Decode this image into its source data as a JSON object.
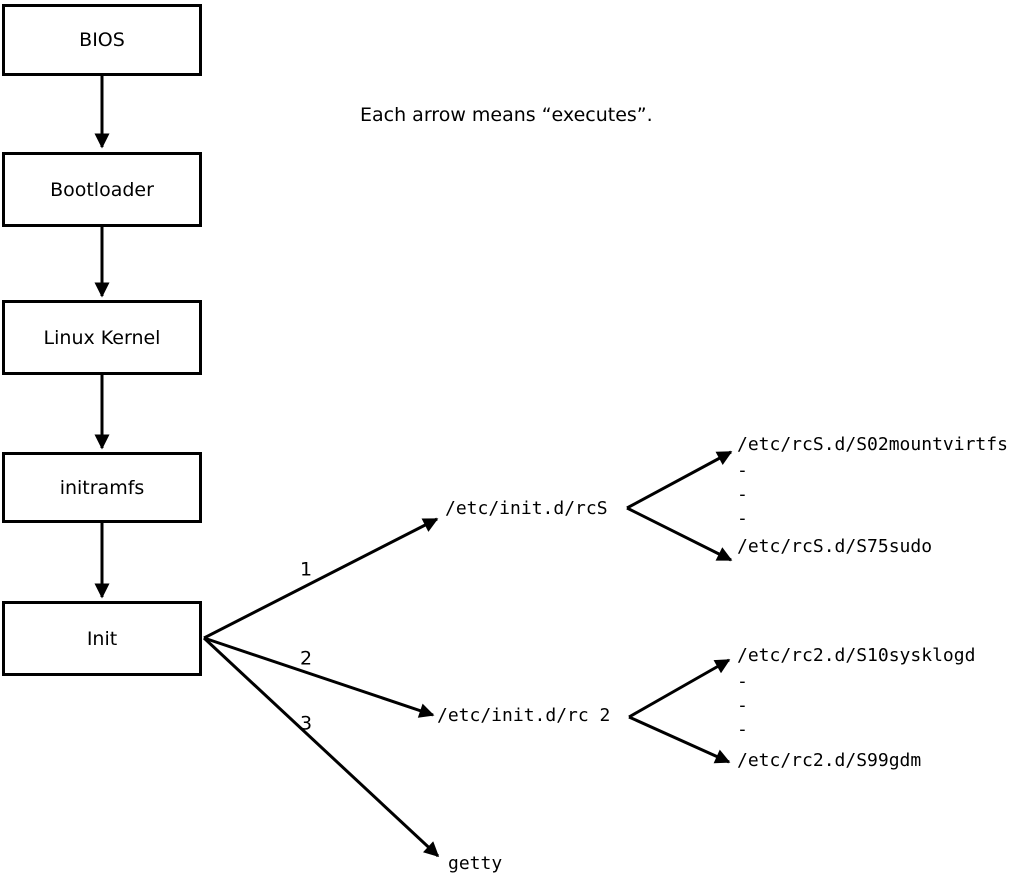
{
  "caption": "Each arrow means “executes”.",
  "boxes": [
    {
      "id": "bios",
      "label": "BIOS"
    },
    {
      "id": "bootloader",
      "label": "Bootloader"
    },
    {
      "id": "linux-kernel",
      "label": "Linux Kernel"
    },
    {
      "id": "initramfs",
      "label": "initramfs"
    },
    {
      "id": "init",
      "label": "Init"
    }
  ],
  "branch_labels": {
    "one": "1",
    "two": "2",
    "three": "3"
  },
  "targets": {
    "rcS": "/etc/init.d/rcS",
    "rc2": "/etc/init.d/rc 2",
    "getty": "getty"
  },
  "scripts_rcS": {
    "first": "/etc/rcS.d/S02mountvirtfs",
    "dash1": "-",
    "dash2": "-",
    "dash3": "-",
    "last": "/etc/rcS.d/S75sudo"
  },
  "scripts_rc2": {
    "first": "/etc/rc2.d/S10sysklogd",
    "dash1": "-",
    "dash2": "-",
    "dash3": "-",
    "last": "/etc/rc2.d/S99gdm"
  },
  "colors": {
    "line": "#000000",
    "background": "#ffffff",
    "box_fill": "#ffffff"
  }
}
